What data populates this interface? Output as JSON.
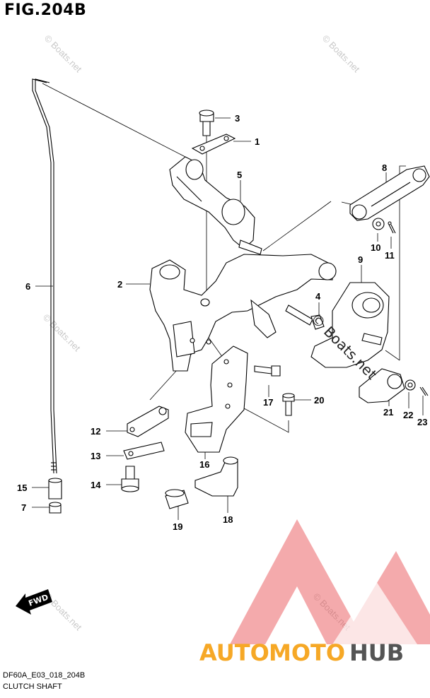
{
  "figure": {
    "title": "FIG.204B",
    "model_code": "DF60A_E03_018_204B",
    "caption": "CLUTCH SHAFT"
  },
  "callouts": [
    "1",
    "2",
    "3",
    "4",
    "5",
    "6",
    "7",
    "8",
    "9",
    "10",
    "11",
    "12",
    "13",
    "14",
    "15",
    "16",
    "17",
    "18",
    "19",
    "20",
    "21",
    "22",
    "23"
  ],
  "watermark": {
    "text": "© Boats.net",
    "overlay_text": "© Boats.net"
  },
  "direction_badge": "FWD",
  "brand": {
    "part1": "AUTO",
    "part2": "MOTO",
    "part3": "HUB",
    "colors": {
      "triangle": "#e8484d",
      "orange": "#f6a826",
      "gray": "#545454"
    }
  }
}
